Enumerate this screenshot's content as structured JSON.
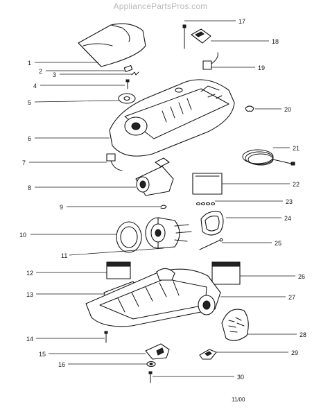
{
  "watermark": "AppliancePartsPros.com",
  "footer_date": "11/00",
  "callouts": [
    "1",
    "2",
    "3",
    "4",
    "5",
    "6",
    "7",
    "8",
    "9",
    "10",
    "11",
    "12",
    "13",
    "14",
    "15",
    "16",
    "17",
    "18",
    "19",
    "20",
    "21",
    "22",
    "23",
    "24",
    "25",
    "26",
    "27",
    "28",
    "29",
    "30"
  ]
}
